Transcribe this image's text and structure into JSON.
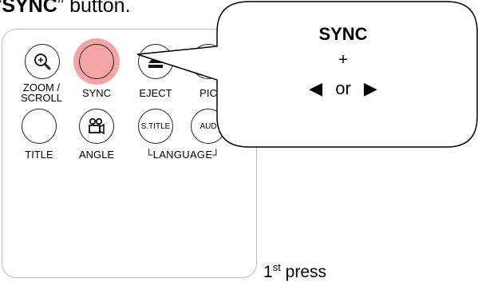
{
  "intro": {
    "quote_open": "“",
    "keyword": "SYNC",
    "rest": "” button."
  },
  "buttons": {
    "zoom_label_1": "ZOOM /",
    "zoom_label_2": "SCROLL",
    "sync_label": "SYNC",
    "eject_label": "EJECT",
    "pic_label": "PIC",
    "title_label": "TITLE",
    "angle_label": "ANGLE",
    "stitle_text": "S.TITLE",
    "audio_text": "AUD",
    "language_label": "└LANGUAGE┘"
  },
  "callout": {
    "title": "SYNC",
    "plus": "+",
    "left_arrow": "◀",
    "or": "or",
    "right_arrow": "▶"
  },
  "press": {
    "number": "1",
    "suffix": "st",
    "word": "press"
  },
  "colors": {
    "highlight": "#f39a9a",
    "outline": "#222222",
    "border": "#bdbdbd"
  }
}
